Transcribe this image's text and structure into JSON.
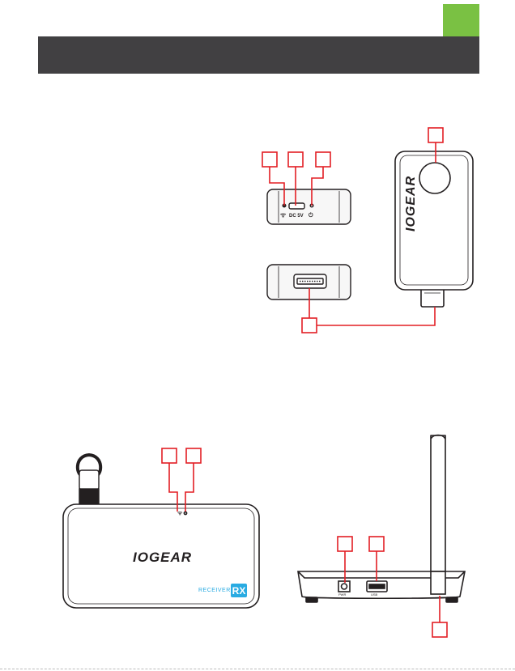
{
  "header": {
    "title": ""
  },
  "transmitter": {
    "port_labels": {
      "wifi_symbol": "ᯤ",
      "dc": "DC 5V",
      "power_symbol": "⏻"
    },
    "logo": "IOGEAR"
  },
  "receiver": {
    "logo": "IOGEAR",
    "model_text": "RECEIVER",
    "badge": "RX",
    "rear_labels": {
      "power": "PWR",
      "usb": "USB"
    }
  },
  "colors": {
    "header": "#414042",
    "accent_green": "#7ac143",
    "callout_red": "#e31e24",
    "rx_blue": "#29abe2",
    "outline": "#231f20"
  }
}
